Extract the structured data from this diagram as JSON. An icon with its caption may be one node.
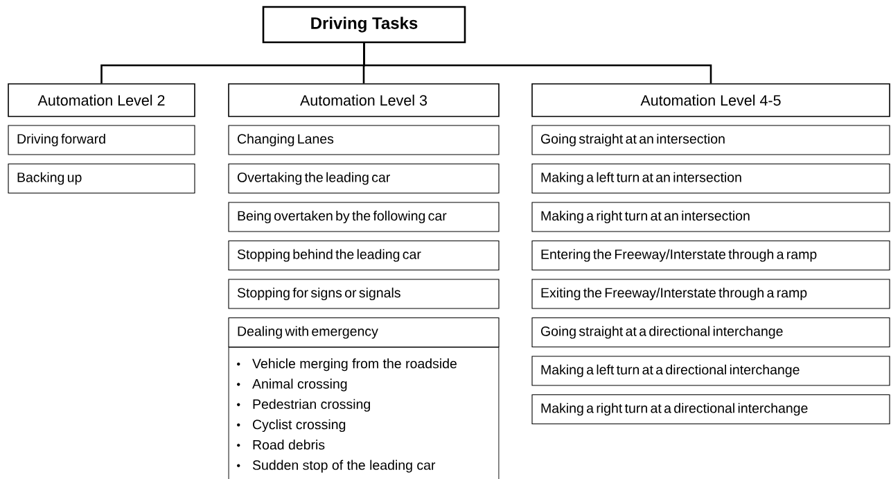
{
  "diagram": {
    "nodes": [
      {
        "text": [
          "Driving Tasks"
        ]
      },
      {
        "text": [
          "Automation Level 2"
        ]
      },
      {
        "text": [
          "Automation Level 3"
        ]
      },
      {
        "text": [
          "Automation Level 4-5"
        ]
      },
      {
        "text": [
          "Driving forward"
        ]
      },
      {
        "text": [
          "Backing up"
        ]
      },
      {
        "text": [
          "Changing Lanes"
        ]
      },
      {
        "text": [
          "Overtaking the leading car"
        ]
      },
      {
        "text": [
          "Being overtaken by the following car"
        ]
      },
      {
        "text": [
          "Stopping behind the leading car"
        ]
      },
      {
        "text": [
          "Stopping for signs or signals"
        ]
      },
      {
        "text": [
          "Dealing with emergency"
        ]
      },
      {
        "text": [
          "Vehicle merging from the roadside",
          "Animal crossing",
          "Pedestrian crossing",
          "Cyclist crossing",
          "Road debris",
          "Sudden stop of the leading car"
        ]
      },
      {
        "text": [
          "Going straight at an intersection"
        ]
      },
      {
        "text": [
          "Making a left turn at an intersection"
        ]
      },
      {
        "text": [
          "Making a right turn at an intersection"
        ]
      },
      {
        "text": [
          "Entering the Freeway/Interstate through a ramp"
        ]
      },
      {
        "text": [
          "Exiting the Freeway/Interstate through a ramp"
        ]
      },
      {
        "text": [
          "Going straight at a directional interchange"
        ]
      },
      {
        "text": [
          "Making a left turn at a directional interchange"
        ]
      },
      {
        "text": [
          "Making a right turn at a directional interchange"
        ]
      }
    ],
    "edges": [
      {
        "from": 0,
        "to": 1,
        "arrow": "none"
      },
      {
        "from": 0,
        "to": 2,
        "arrow": "none"
      },
      {
        "from": 0,
        "to": 3,
        "arrow": "none"
      }
    ]
  }
}
